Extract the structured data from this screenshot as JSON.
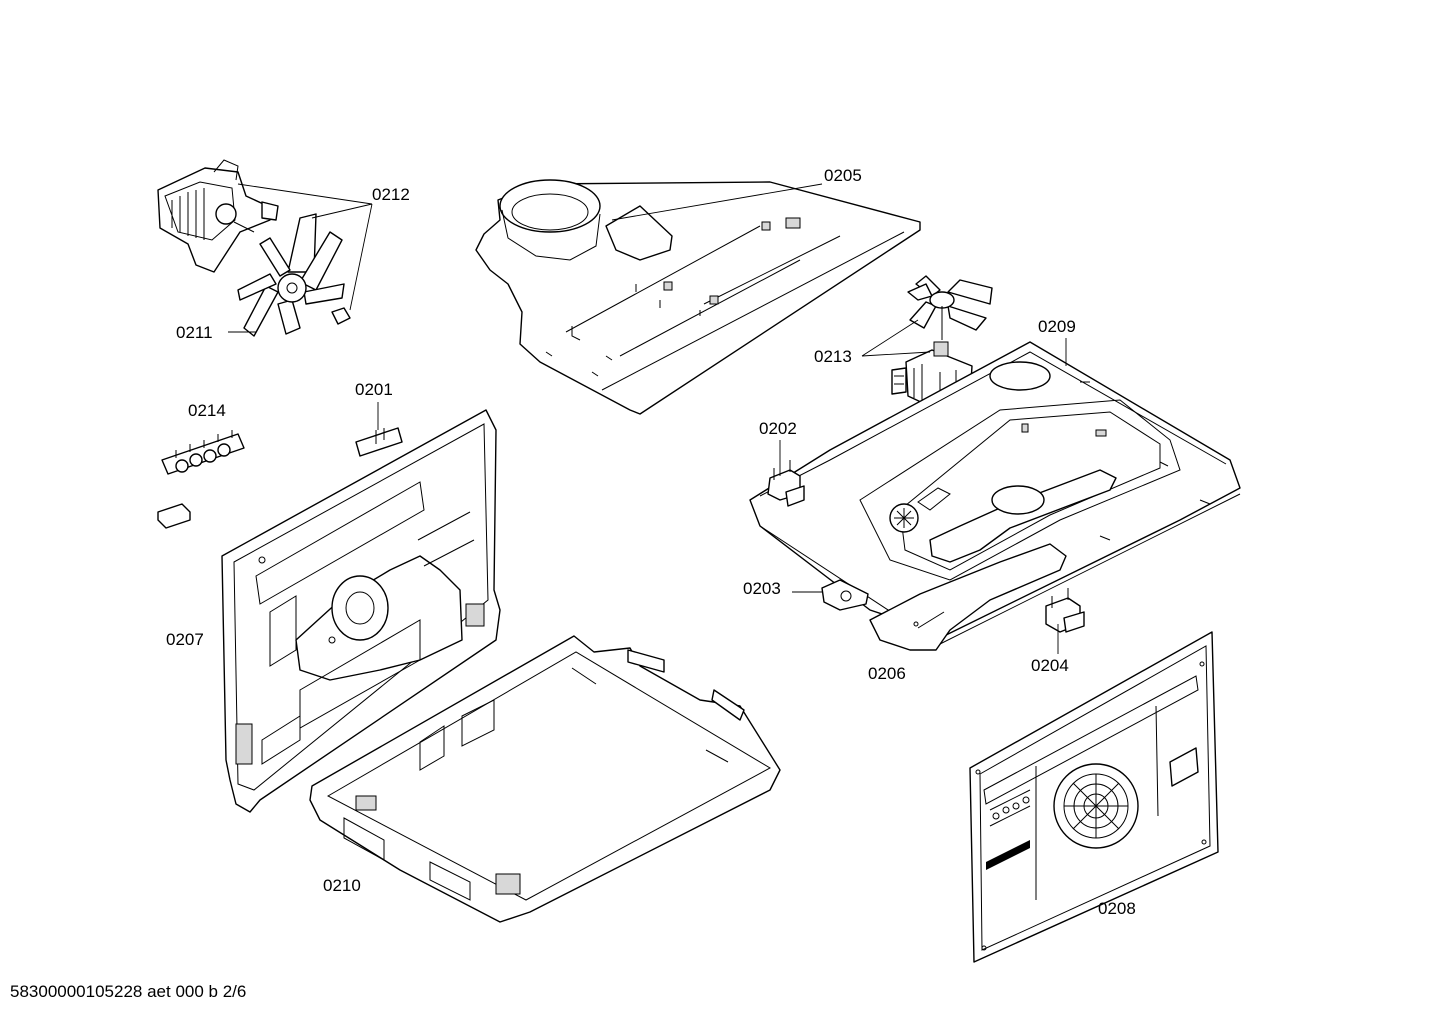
{
  "labels": {
    "p0201": "0201",
    "p0202": "0202",
    "p0203": "0203",
    "p0204": "0204",
    "p0205": "0205",
    "p0206": "0206",
    "p0207": "0207",
    "p0208": "0208",
    "p0209": "0209",
    "p0210": "0210",
    "p0211": "0211",
    "p0212": "0212",
    "p0213": "0213",
    "p0214": "0214"
  },
  "footer": "58300000105228 aet 000 b 2/6"
}
